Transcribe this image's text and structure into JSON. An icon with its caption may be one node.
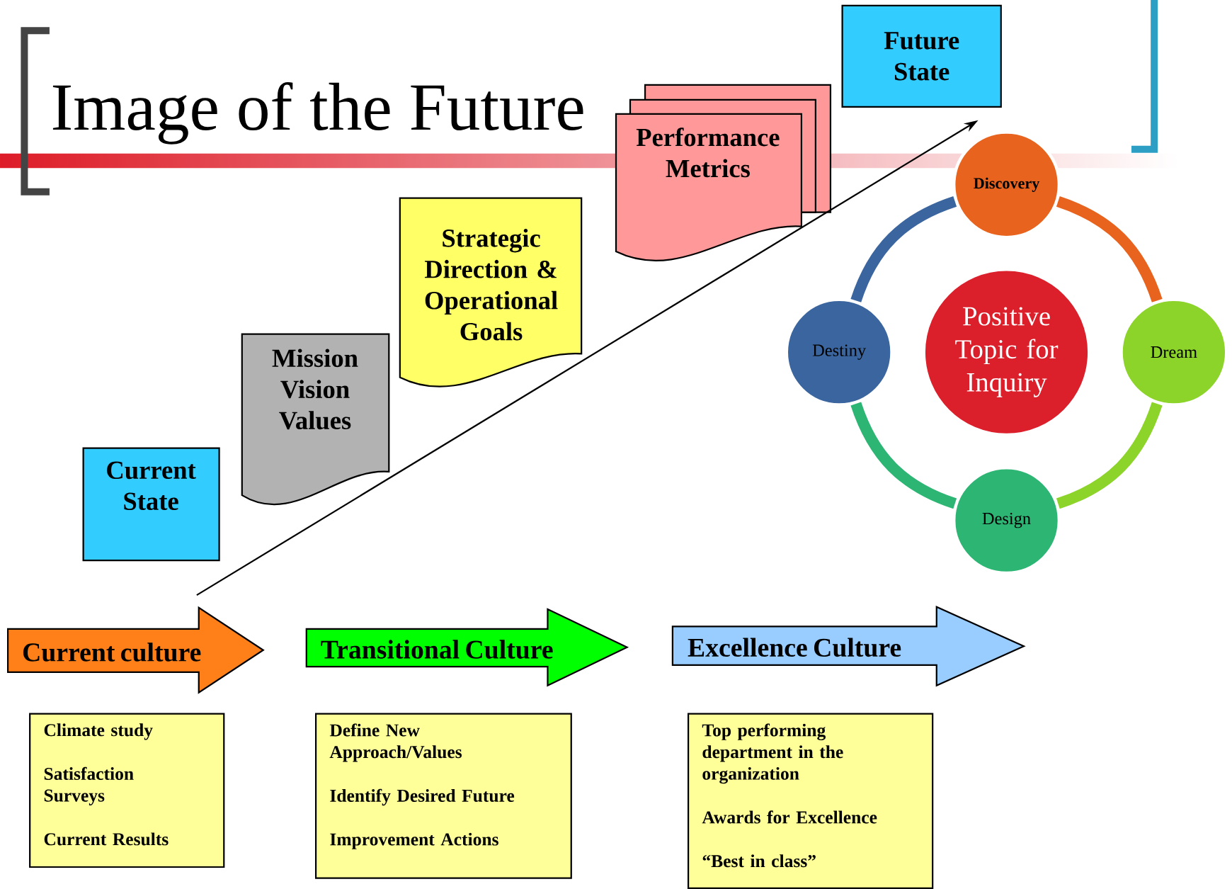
{
  "diagram": {
    "title": "Image of the Future",
    "nodes": [
      {
        "text": [
          "Current State"
        ]
      },
      {
        "text": [
          "Mission Vision Values"
        ]
      },
      {
        "text": [
          "Strategic Direction & Operational Goals"
        ]
      },
      {
        "text": [
          "Performance Metrics"
        ]
      },
      {
        "text": [
          "Future State"
        ]
      },
      {
        "text": [
          "Discovery"
        ]
      },
      {
        "text": [
          "Dream"
        ]
      },
      {
        "text": [
          "Design"
        ]
      },
      {
        "text": [
          "Destiny"
        ]
      },
      {
        "text": [
          "Positive Topic for Inquiry"
        ]
      },
      {
        "text": [
          "Current culture"
        ]
      },
      {
        "text": [
          "Transitional Culture"
        ]
      },
      {
        "text": [
          "Excellence Culture"
        ]
      },
      {
        "text": [
          "Climate study",
          "Satisfaction Surveys",
          "Current Results"
        ]
      },
      {
        "text": [
          "Define New Approach/Values",
          "Identify Desired Future",
          "Improvement Actions"
        ]
      },
      {
        "text": [
          "Top performing department in the organization",
          "Awards for Excellence",
          "“Best in class”"
        ]
      }
    ],
    "edges": [
      {
        "from": 10,
        "to": 4,
        "arrow": "to"
      },
      {
        "from": 5,
        "to": 6,
        "arrow": "none",
        "color": "#e8641e"
      },
      {
        "from": 6,
        "to": 7,
        "arrow": "none",
        "color": "#8cd32a"
      },
      {
        "from": 7,
        "to": 8,
        "arrow": "none",
        "color": "#2db574"
      },
      {
        "from": 8,
        "to": 5,
        "arrow": "none",
        "color": "#3a659e"
      }
    ]
  }
}
